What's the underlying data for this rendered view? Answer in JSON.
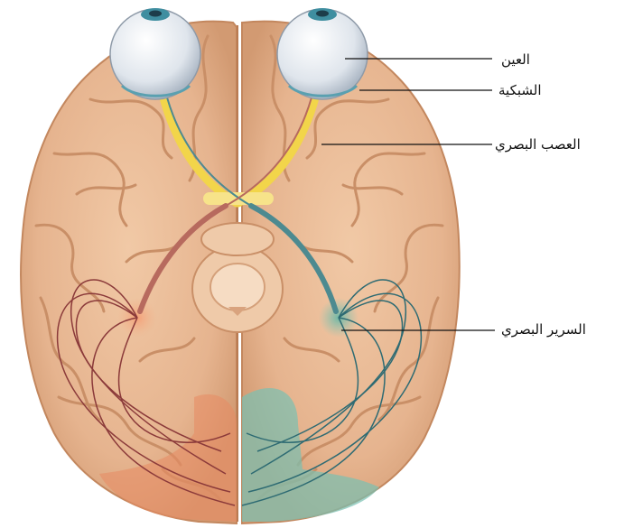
{
  "labels": {
    "eye": "العين",
    "retina": "الشبكية",
    "optic_nerve": "العصب البصري",
    "lateral_geniculate": "السرير البصري"
  },
  "colors": {
    "brain": "#e6b48f",
    "brain_fold": "#c98f67",
    "eye_white": "#eef2f6",
    "iris": "#3f8ea0",
    "optic_yellow": "#f2d54a",
    "left_pathway": "#8b3a3a",
    "right_pathway": "#2e6b73",
    "left_cortex": "#e88a62",
    "right_cortex": "#79c1b2",
    "leader_line": "#111111"
  }
}
